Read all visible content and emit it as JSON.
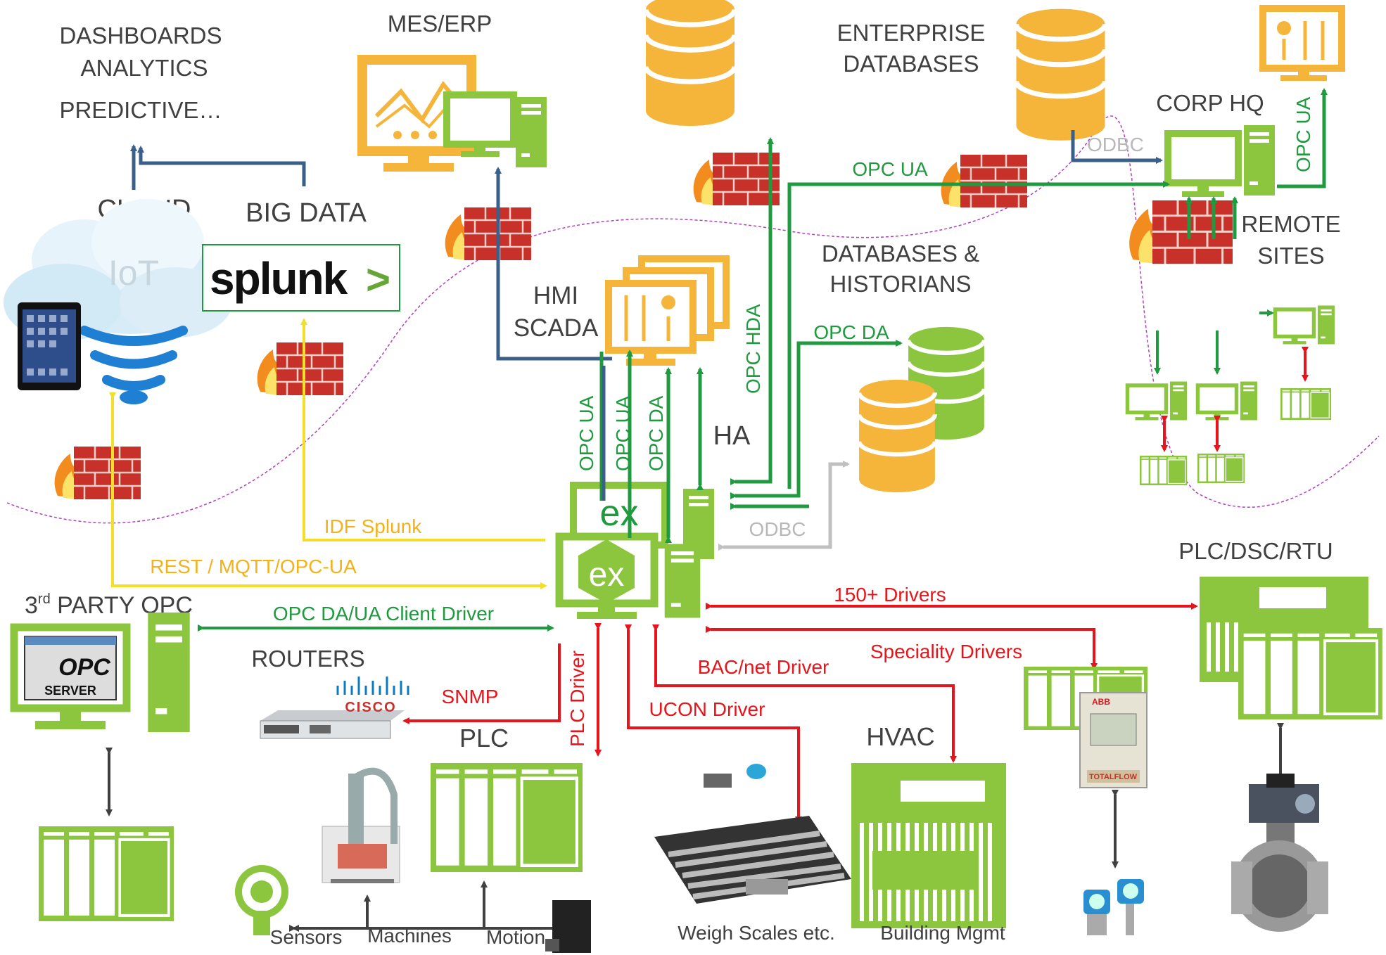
{
  "labels": {
    "dashboards": "DASHBOARDS",
    "analytics": "ANALYTICS",
    "predictive": "PREDICTIVE…",
    "mes_erp": "MES/ERP",
    "enterprise": "ENTERPRISE",
    "databases": "DATABASES",
    "corp_hq": "CORP HQ",
    "cloud": "CLOUD",
    "big_data": "BIG DATA",
    "iot": "IoT",
    "splunk": "splunk",
    "splunk_mark": ">",
    "databases_amp": "DATABASES &",
    "historians": "HISTORIANS",
    "remote": "REMOTE",
    "sites": "SITES",
    "hmi": "HMI",
    "scada": "SCADA",
    "ha": "HA",
    "ex": "ex",
    "third_party_pre": "3",
    "third_party_sup": "rd",
    "third_party_post": " PARTY OPC",
    "routers": "ROUTERS",
    "plc": "PLC",
    "hvac": "HVAC",
    "plc_dsc_rtu": "PLC/DSC/RTU",
    "sensors": "Sensors",
    "machines": "Machines",
    "motion": "Motion",
    "weigh_scales": "Weigh Scales etc.",
    "building_mgmt": "Building Mgmt",
    "opc_server_brand": "OPC",
    "opc_server_sub": "SERVER",
    "cisco": "CISCO",
    "abb": "ABB",
    "totalflow": "TOTALFLOW"
  },
  "links": {
    "opc_ua_hq": "OPC UA",
    "odbc_hq": "ODBC",
    "opc_ua_hq_vertical": "OPC UA",
    "opc_hda": "OPC HDA",
    "opc_da_db": "OPC DA",
    "opc_ua_1": "OPC UA",
    "opc_ua_2": "OPC UA",
    "opc_da_hmi": "OPC DA",
    "odbc_db": "ODBC",
    "idf_splunk": "IDF Splunk",
    "rest_mqtt": "REST / MQTT/OPC-UA",
    "opc_client": "OPC DA/UA Client Driver",
    "drivers_150": "150+ Drivers",
    "speciality": "Speciality Drivers",
    "bacnet": "BAC/net Driver",
    "snmp": "SNMP",
    "ucon": "UCON Driver",
    "plc_driver": "PLC Driver"
  },
  "colors": {
    "green": "#8cc63f",
    "dark_green": "#1f9a3f",
    "orange": "#f5b43a",
    "red": "#e8141b",
    "yellow": "#f7e23a",
    "blue": "#3a5f8a",
    "purple": "#b040c0",
    "gray": "#404040",
    "light_gray": "#c0c0c0",
    "firewall": "#c8302a",
    "flame": "#f28c1e"
  },
  "icons": [
    "firewall-icon",
    "database-icon",
    "monitor-icon",
    "server-tower-icon",
    "cloud-icon",
    "tablet-icon",
    "wifi-icon",
    "plc-rack-icon",
    "router-icon",
    "robot-arm-icon",
    "sensor-icon",
    "motor-icon",
    "scale-icon",
    "flow-computer-icon",
    "valve-icon",
    "transmitter-icon"
  ]
}
